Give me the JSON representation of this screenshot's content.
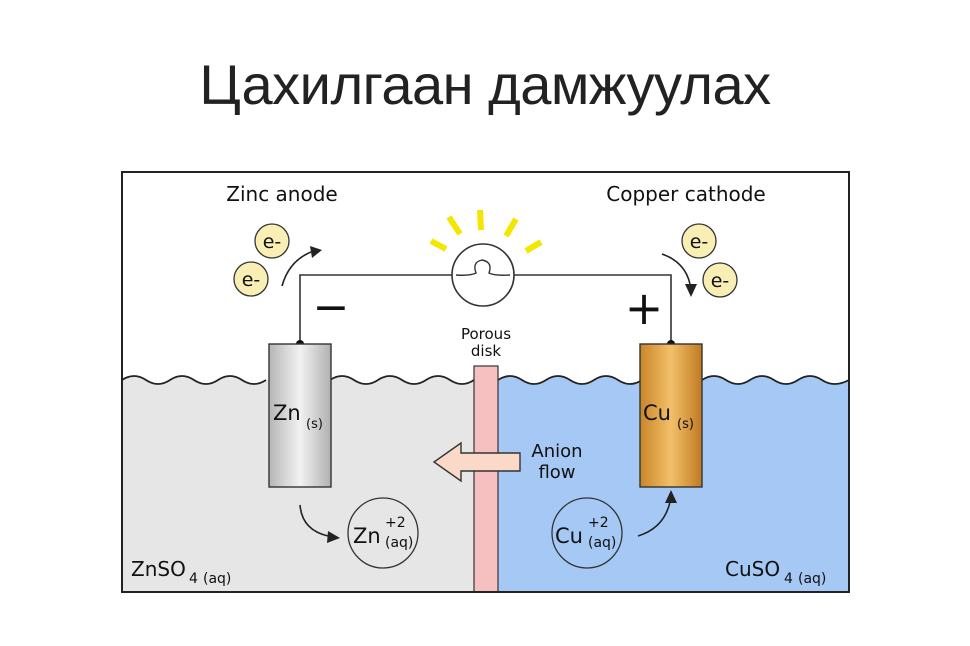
{
  "title": "Цахилгаан дамжуулах",
  "labels": {
    "zinc_anode": "Zinc anode",
    "copper_cathode": "Copper cathode",
    "electron": "e-",
    "minus_sign": "−",
    "plus_sign": "+",
    "porous_line1": "Porous",
    "porous_line2": "disk",
    "anion_line1": "Anion",
    "anion_line2": "flow",
    "zn_electrode": "Zn",
    "cu_electrode": "Cu",
    "solid_state": "(s)",
    "zn_ion": "Zn",
    "cu_ion": "Cu",
    "ion_charge": "+2",
    "aq_state": "(aq)",
    "znso4_main": "ZnSO",
    "cuso4_main": "CuSO",
    "sulfate_subscript": "4",
    "aq_suffix": "(aq)"
  },
  "colors": {
    "zn_solution": "#e6e6e6",
    "cu_solution": "#a6c8f5",
    "porous_disk": "#f7c0c0",
    "electron_fill": "#f9efb4",
    "bulb_rays": "#f5e600",
    "copper_electrode": "#d9953a",
    "zinc_electrode": "#cfcfcf"
  }
}
